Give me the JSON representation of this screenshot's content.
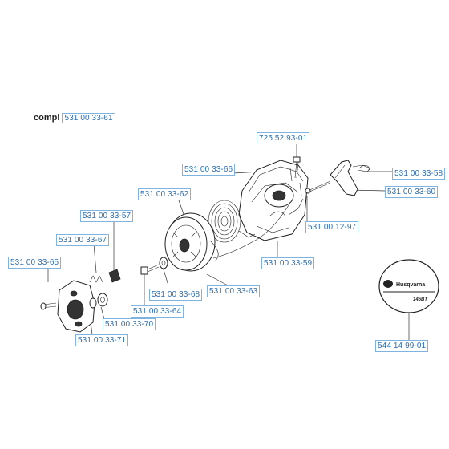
{
  "header": {
    "prefix": "compl",
    "assembly_part": "531 00 33-61"
  },
  "labels": {
    "p725_52_93_01": "725 52 93-01",
    "p531_00_33_66": "531 00 33-66",
    "p531_00_33_62": "531 00 33-62",
    "p531_00_33_58": "531 00 33-58",
    "p531_00_33_60": "531 00 33-60",
    "p531_00_33_57": "531 00 33-57",
    "p531_00_12_97": "531 00 12-97",
    "p531_00_33_67": "531 00 33-67",
    "p531_00_33_65": "531 00 33-65",
    "p531_00_33_59": "531 00 33-59",
    "p531_00_33_63": "531 00 33-63",
    "p531_00_33_68": "531 00 33-68",
    "p531_00_33_64": "531 00 33-64",
    "p531_00_33_70": "531 00 33-70",
    "p531_00_33_71": "531 00 33-71",
    "p544_14_99_01": "544 14 99-01"
  },
  "decal": {
    "brand": "Husqvarna",
    "model": "145BT"
  }
}
